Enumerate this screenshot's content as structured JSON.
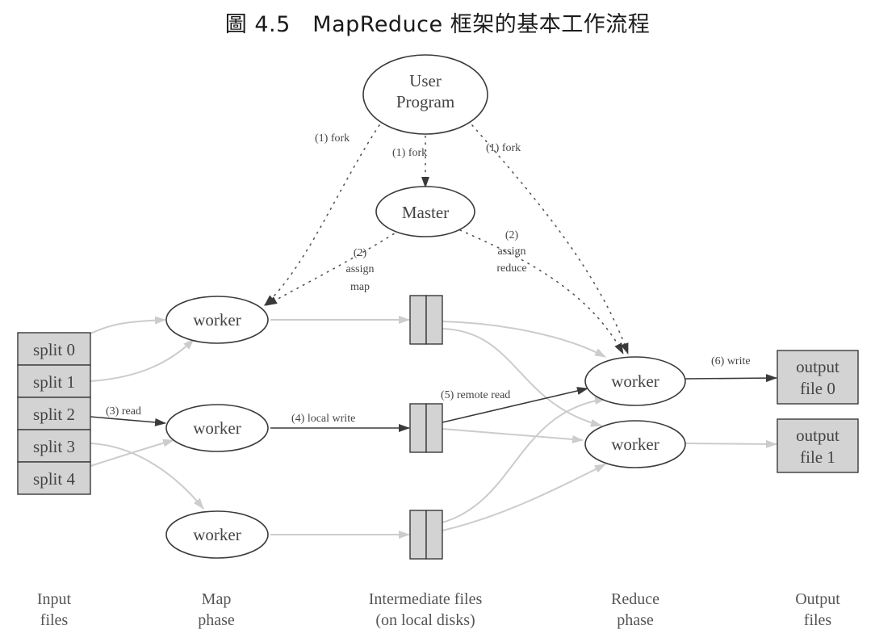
{
  "title": "圖 4.5　MapReduce 框架的基本工作流程",
  "nodes": {
    "user_program": [
      "User",
      "Program"
    ],
    "master": "Master",
    "map_workers": [
      "worker",
      "worker",
      "worker"
    ],
    "reduce_workers": [
      "worker",
      "worker"
    ],
    "splits": [
      "split 0",
      "split 1",
      "split 2",
      "split 3",
      "split 4"
    ],
    "outputs": [
      [
        "output",
        "file 0"
      ],
      [
        "output",
        "file 1"
      ]
    ]
  },
  "edge_labels": {
    "fork_left": "(1) fork",
    "fork_center": "(1) fork",
    "fork_right": "(1) fork",
    "assign_map": [
      "(2)",
      "assign",
      "map"
    ],
    "assign_reduce": [
      "(2)",
      "assign",
      "reduce"
    ],
    "read": "(3) read",
    "local_write": "(4) local write",
    "remote_read": "(5) remote read",
    "write": "(6) write"
  },
  "phases": [
    [
      "Input",
      "files"
    ],
    [
      "Map",
      "phase"
    ],
    [
      "Intermediate files",
      "(on local disks)"
    ],
    [
      "Reduce",
      "phase"
    ],
    [
      "Output",
      "files"
    ]
  ]
}
